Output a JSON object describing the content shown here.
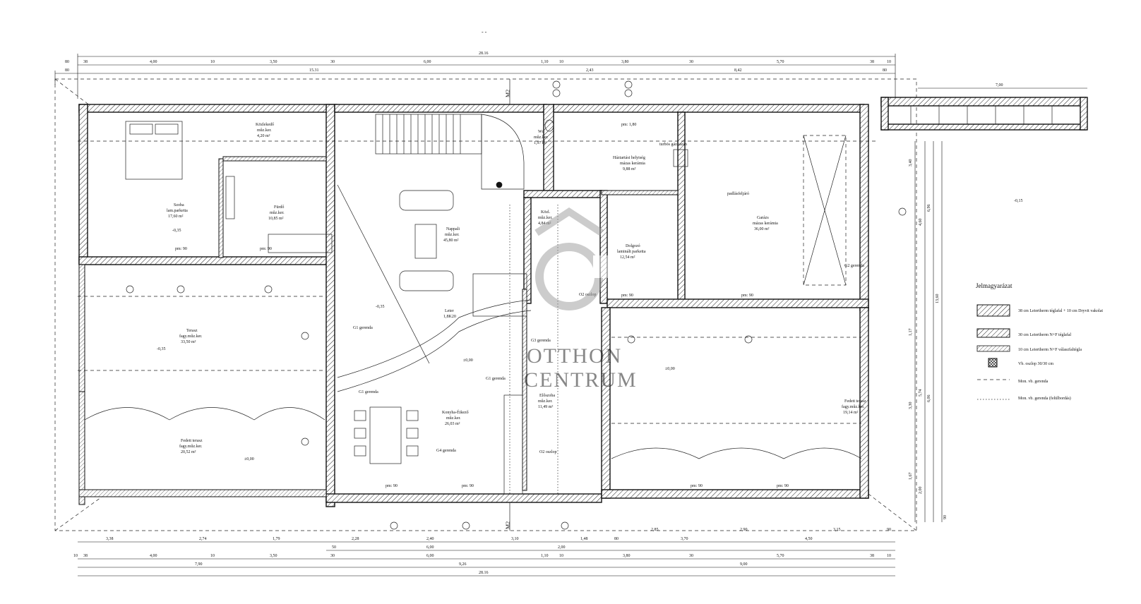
{
  "header_mark": "- -",
  "section_marks": [
    "M2",
    "M2"
  ],
  "dims_top": {
    "overall": "28.16",
    "row1": [
      "80",
      "38",
      "4,00",
      "10",
      "3,50",
      "30",
      "6,00",
      "1,10",
      "10",
      "3,80",
      "30",
      "5,70",
      "38",
      "10"
    ],
    "row2": [
      "80",
      "15.31",
      "2,43",
      "8,42",
      "80"
    ]
  },
  "dims_bottom": {
    "row1": [
      "3,38",
      "2,74",
      "1,79",
      "2,28",
      "2,40",
      "3,10",
      "1,48",
      "80",
      "2,85",
      "2,90",
      "3,15",
      "90"
    ],
    "row2": [
      "50",
      "6,00",
      "2,00",
      "3,70",
      "4,50"
    ],
    "row3": [
      "10",
      "38",
      "4,00",
      "10",
      "3,50",
      "30",
      "6,00",
      "1,10",
      "10",
      "3,80",
      "30",
      "5,70",
      "38",
      "10"
    ],
    "row4": [
      "7,90",
      "9,26",
      "9,00"
    ],
    "overall": "28.16"
  },
  "dims_right": [
    "7,00",
    "3,40",
    "4,60",
    "6,96",
    "13,60",
    "1,17",
    "5,74",
    "6,06",
    "3,30",
    "1,67",
    "2,00",
    "90"
  ],
  "rooms": [
    {
      "name": "Szoba",
      "floor": "lam.parketta",
      "area": "17,60 m²"
    },
    {
      "name": "Közlekedő",
      "floor": "mûz.ker.",
      "area": "4,20 m²"
    },
    {
      "name": "Fürdő",
      "floor": "mûz.ker.",
      "area": "10,85 m²"
    },
    {
      "name": "Wc",
      "floor": "mûz.ker.",
      "area": "1,97 m²"
    },
    {
      "name": "Háztartási helyiség",
      "floor": "mázas kerámia",
      "area": "9,88 m²"
    },
    {
      "name": "Nappali",
      "floor": "mûz.ker.",
      "area": "45,80 m²"
    },
    {
      "name": "Közl.",
      "floor": "mûz.ker.",
      "area": "4,84 m²"
    },
    {
      "name": "Dolgozó",
      "floor": "laminált parketta",
      "area": "12,54 m²"
    },
    {
      "name": "Garázs",
      "floor": "mázas kerámia",
      "area": "36,00 m²"
    },
    {
      "name": "Terasz",
      "floor": "fagy.mûz.ker.",
      "area": "33,50 m²"
    },
    {
      "name": "Fedett terasz",
      "floor": "fagy.mûz.ker.",
      "area": "20,52 m²"
    },
    {
      "name": "Konyha-Étkező",
      "floor": "mûz.ker.",
      "area": "26,03 m²"
    },
    {
      "name": "Előszoba",
      "floor": "mûz.ker.",
      "area": "11,49 m²"
    },
    {
      "name": "Fedett terasz",
      "floor": "fagy.mûz.ker.",
      "area": "19,14 m²"
    }
  ],
  "annotations": {
    "leter": "Leter",
    "leter_val": "1,8K20",
    "g1_a": "G1 gerenda",
    "g1_b": "G1 gerenda",
    "g1_c": "G1 gerenda",
    "g2_a": "G2 gerenda",
    "g3": "G3 gerenda",
    "g4": "G4 gerenda",
    "oszlop_a": "O2 oszlop",
    "oszlop_b": "O2 oszlop",
    "turbo": "turbós gázkazán",
    "padlas": "padlásfeljáró",
    "level_0": "±0,00",
    "level_a": "-0,35",
    "level_b": "-0,35",
    "level_c": "-0,35",
    "level_d": "-0,15",
    "pm": "pm: 90",
    "pm180": "pm: 1,80"
  },
  "legend": {
    "title": "Jelmagyarázat",
    "items": [
      {
        "text": "38 cm Leiertherm téglafal + 10 cm Dryvit vakolat"
      },
      {
        "text": "30 cm Leiertherm N+F téglafal"
      },
      {
        "text": "10 cm Leiertherm N+F válaszfaltégla"
      },
      {
        "text": "Vb. oszlop 30/30 cm"
      },
      {
        "text": "Mon. vb. gerenda"
      },
      {
        "text": "Mon. vb. gerenda (felülbordás)"
      }
    ]
  },
  "watermark": {
    "line1": "OTTHON",
    "line2": "CENTRUM"
  }
}
